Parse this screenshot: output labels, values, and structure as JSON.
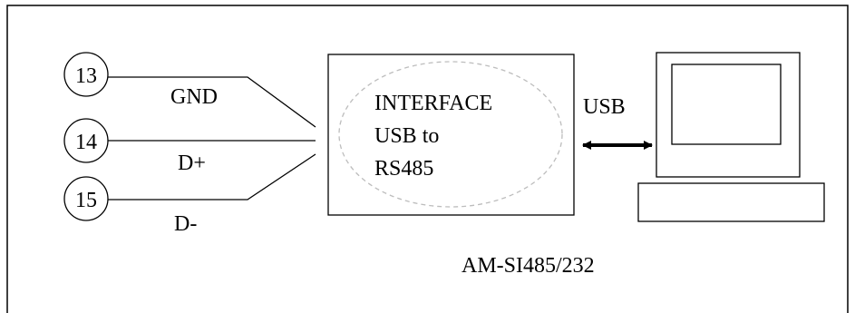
{
  "terminals": [
    {
      "number": "13",
      "signal": "GND"
    },
    {
      "number": "14",
      "signal": "D+"
    },
    {
      "number": "15",
      "signal": "D-"
    }
  ],
  "interface": {
    "lines": [
      "INTERFACE",
      "USB to",
      "RS485"
    ],
    "model": "AM-SI485/232"
  },
  "link_label": "USB",
  "icons": {
    "computer": "computer-icon",
    "arrow": "double-arrow-icon"
  }
}
